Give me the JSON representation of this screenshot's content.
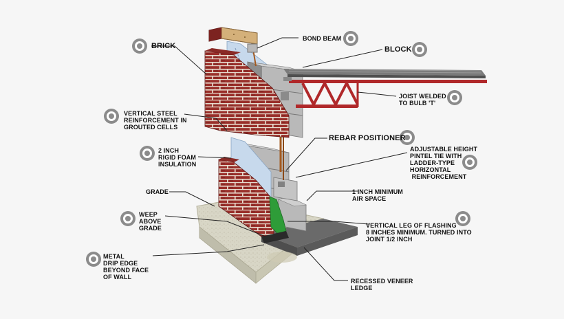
{
  "labels": {
    "brick": "BRICK",
    "bond_beam": "BOND BEAM",
    "block": "BLOCK",
    "joist": "JOIST WELDED\nTO BULB 'T'",
    "vertical_steel": "VERTICAL STEEL\nREINFORCEMENT IN\nGROUTED CELLS",
    "rebar_positioner": "REBAR POSITIONER",
    "adjustable_tie": "ADJUSTABLE HEIGHT\nPINTEL TIE WITH\nLADDER-TYPE\nHORIZONTAL\n REINFORCEMENT",
    "rigid_foam": "2 INCH\nRIGID FOAM\nINSULATION",
    "grade": "GRADE",
    "air_space": "1 INCH MINIMUM\nAIR SPACE",
    "weep": "WEEP\nABOVE\nGRADE",
    "flashing": "VERTICAL LEG OF FLASHING\n8 INCHES MINIMUM. TURNED INTO\nJOINT 1/2 INCH",
    "drip_edge": "METAL\nDRIP EDGE\nBEYOND FACE\nOF WALL",
    "recessed_ledge": "RECESSED VENEER\nLEDGE"
  },
  "icons": {
    "callout_marker": "target-icon"
  },
  "colors": {
    "brick": "#9a2f2a",
    "brick_dark": "#6e1e1b",
    "mortar": "#e6dccf",
    "block": "#b9b9b9",
    "block_dark": "#8e8e8e",
    "insulation": "#c7d9ec",
    "joist": "#b0282a",
    "flashing": "#2e9c38",
    "concrete": "#d8d6c6",
    "leader": "#222222"
  }
}
